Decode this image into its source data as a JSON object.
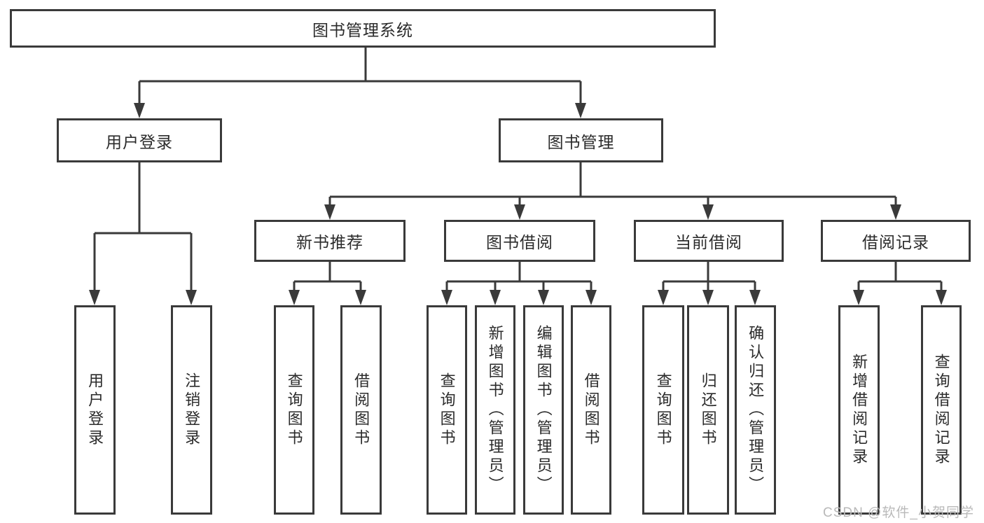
{
  "diagram_type": "hierarchy-tree",
  "colors": {
    "line": "#3a3a3a",
    "text": "#2b2b2b",
    "background": "#ffffff",
    "watermark": "#b9b9b9"
  },
  "watermark": "CSDN @软件_小贺同学",
  "tree": {
    "label": "图书管理系统",
    "children": [
      {
        "label": "用户登录",
        "children": [
          {
            "label": "用户登录"
          },
          {
            "label": "注销登录"
          }
        ]
      },
      {
        "label": "图书管理",
        "children": [
          {
            "label": "新书推荐",
            "children": [
              {
                "label": "查询图书"
              },
              {
                "label": "借阅图书"
              }
            ]
          },
          {
            "label": "图书借阅",
            "children": [
              {
                "label": "查询图书"
              },
              {
                "label": "新增图书（管理员）"
              },
              {
                "label": "编辑图书（管理员）"
              },
              {
                "label": "借阅图书"
              }
            ]
          },
          {
            "label": "当前借阅",
            "children": [
              {
                "label": "查询图书"
              },
              {
                "label": "归还图书"
              },
              {
                "label": "确认归还（管理员）"
              }
            ]
          },
          {
            "label": "借阅记录",
            "children": [
              {
                "label": "新增借阅记录"
              },
              {
                "label": "查询借阅记录"
              }
            ]
          }
        ]
      }
    ]
  }
}
